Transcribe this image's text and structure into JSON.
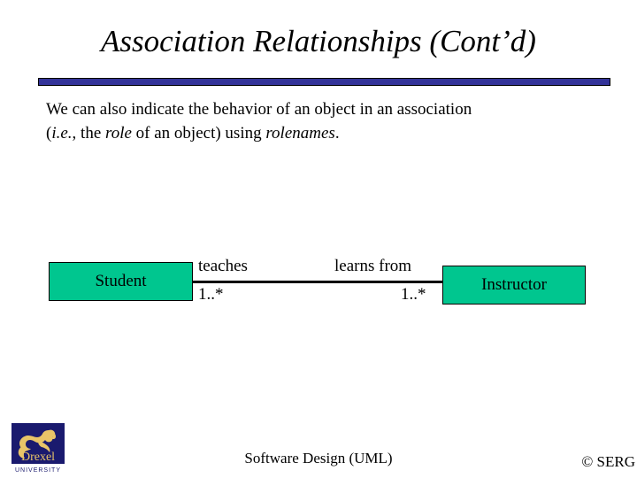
{
  "slide": {
    "title": "Association Relationships (Cont’d)",
    "accent_bar_color": "#333399",
    "background_color": "#ffffff"
  },
  "body": {
    "line1_a": "We can also indicate the behavior of an object in an association",
    "line2_a": "(",
    "line2_i1": "i.e.",
    "line2_b": ", the ",
    "line2_i2": "role",
    "line2_c": " of an object) using ",
    "line2_i3": "rolenames",
    "line2_d": "."
  },
  "diagram": {
    "type": "uml-class-association",
    "box_fill_color": "#00C68F",
    "box_border_color": "#000000",
    "classes": [
      {
        "name": "Student"
      },
      {
        "name": "Instructor"
      }
    ],
    "association": {
      "role_near_student": "teaches",
      "role_near_instructor": "learns from",
      "multiplicity_student_end": "1..*",
      "multiplicity_instructor_end": "1..*"
    }
  },
  "footer": {
    "center_text": "Software Design (UML)",
    "copyright": "© SERG"
  },
  "logo": {
    "name": "Drexel",
    "subtitle": "UNIVERSITY",
    "navy": "#1a1a6e",
    "gold": "#e8c468"
  }
}
